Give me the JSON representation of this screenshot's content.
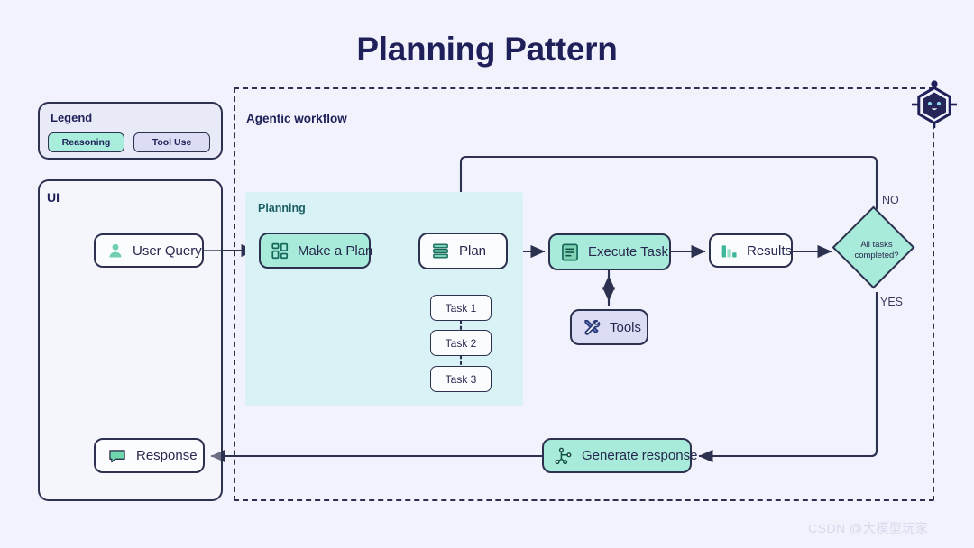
{
  "title": "Planning Pattern",
  "legend": {
    "title": "Legend",
    "items": [
      {
        "label": "Reasoning",
        "color": "#a9eedd",
        "icon": "reasoning-chip"
      },
      {
        "label": "Tool Use",
        "color": "#dcdcf5",
        "icon": "tool-use-chip"
      }
    ]
  },
  "ui_panel": {
    "label": "UI"
  },
  "workflow": {
    "label": "Agentic workflow",
    "planning_label": "Planning"
  },
  "nodes": {
    "user_query": {
      "label": "User Query",
      "icon": "person-icon",
      "type": "plain"
    },
    "make_a_plan": {
      "label": "Make a Plan",
      "icon": "grid-dashboard-icon",
      "type": "reasoning"
    },
    "plan": {
      "label": "Plan",
      "icon": "stacked-layers-icon",
      "type": "plain"
    },
    "execute_task": {
      "label": "Execute Task",
      "icon": "document-list-icon",
      "type": "reasoning"
    },
    "results": {
      "label": "Results",
      "icon": "bar-chart-icon",
      "type": "plain"
    },
    "tools": {
      "label": "Tools",
      "icon": "hammer-wrench-icon",
      "type": "tool-use"
    },
    "generate_response": {
      "label": "Generate response",
      "icon": "node-graph-icon",
      "type": "reasoning"
    },
    "response": {
      "label": "Response",
      "icon": "chat-bubble-icon",
      "type": "plain"
    }
  },
  "tasks": [
    {
      "label": "Task 1"
    },
    {
      "label": "Task 2"
    },
    {
      "label": "Task 3"
    }
  ],
  "decision": {
    "text_line1": "All tasks",
    "text_line2": "completed?",
    "branch_no": "NO",
    "branch_yes": "YES"
  },
  "bot_icon": "robot-hexagon-icon",
  "watermark": "CSDN @大模型玩家",
  "colors": {
    "background": "#f1f2fb",
    "ink": "#2d3150",
    "reasoning": "#a9ebda",
    "tool_use": "#dcdcf5",
    "planning_region": "#d9f2f5",
    "title": "#1f2059"
  }
}
